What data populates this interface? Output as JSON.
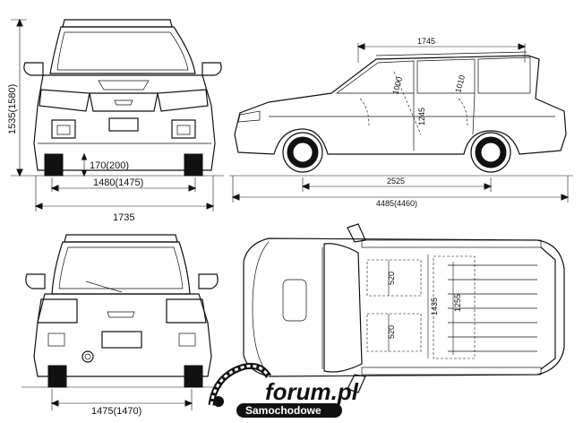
{
  "dimensions": {
    "front_height": "1535(1580)",
    "ground_clearance": "170(200)",
    "front_track": "1480(1475)",
    "overall_width": "1735",
    "side_roof_length": "1745",
    "front_legroom": "1000",
    "rear_legroom": "1010",
    "cabin_height": "1245",
    "wheelbase": "2525",
    "overall_length": "4485(4460)",
    "rear_track": "1475(1470)",
    "front_seat_width": "520",
    "rear_seat_width": "520",
    "interior_width_front": "1435",
    "interior_width_rear": "1255"
  },
  "watermark": {
    "text_main": "forum.pl",
    "text_sub": "Samochodowe"
  }
}
